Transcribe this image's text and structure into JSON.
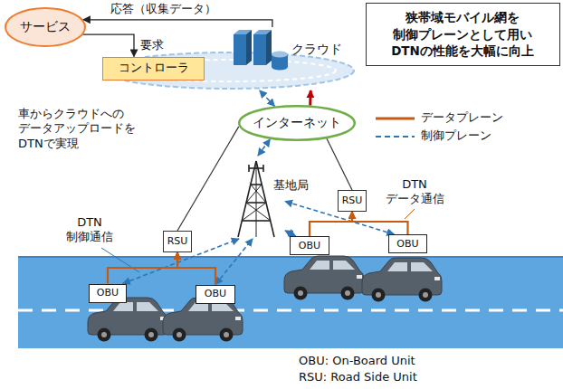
{
  "diagram": {
    "nodes": [
      {
        "text": [
          "サービス"
        ]
      },
      {
        "text": [
          "コントローラ"
        ]
      },
      {
        "text": [
          "クラウド"
        ]
      },
      {
        "text": [
          "狭帯域モバイル網を 制御プレーンとして用い DTNの性能を大幅に向上"
        ]
      },
      {
        "text": [
          "インターネット"
        ]
      },
      {
        "text": [
          "基地局"
        ]
      },
      {
        "text": [
          "RSU"
        ]
      },
      {
        "text": [
          "RSU"
        ]
      },
      {
        "text": [
          "OBU"
        ]
      },
      {
        "text": [
          "OBU"
        ]
      },
      {
        "text": [
          "OBU"
        ]
      },
      {
        "text": [
          "OBU"
        ]
      }
    ],
    "edges": [
      {
        "from": 2,
        "to": 0,
        "label": "応答（収集データ）",
        "arrow": "to"
      },
      {
        "from": 0,
        "to": 1,
        "label": "要求",
        "arrow": "to"
      },
      {
        "from": 4,
        "to": 2,
        "arrow": "to"
      },
      {
        "from": 4,
        "to": 2,
        "arrow": "both"
      },
      {
        "from": 6,
        "to": 4,
        "arrow": "none"
      },
      {
        "from": 7,
        "to": 4,
        "arrow": "none"
      },
      {
        "from": 5,
        "to": 4,
        "arrow": "both"
      },
      {
        "from": 8,
        "to": 5,
        "arrow": "both"
      },
      {
        "from": 9,
        "to": 5,
        "arrow": "both"
      },
      {
        "from": 10,
        "to": 5,
        "arrow": "both"
      },
      {
        "from": 11,
        "to": 5,
        "arrow": "both"
      },
      {
        "from": 8,
        "to": 6,
        "arrow": "to"
      },
      {
        "from": 9,
        "to": 6,
        "arrow": "to"
      },
      {
        "from": 10,
        "to": 7,
        "arrow": "to"
      },
      {
        "from": 11,
        "to": 7,
        "arrow": "to"
      }
    ],
    "labels": [
      "車からクラウドへの データアップロードを DTNで実現",
      "DTN 制御通信",
      "DTN データ通信",
      "OBU: On-Board Unit",
      "RSU: Road Side Unit"
    ],
    "legend": [
      {
        "text": "データプレーン"
      },
      {
        "text": "制御プレーン"
      }
    ]
  }
}
